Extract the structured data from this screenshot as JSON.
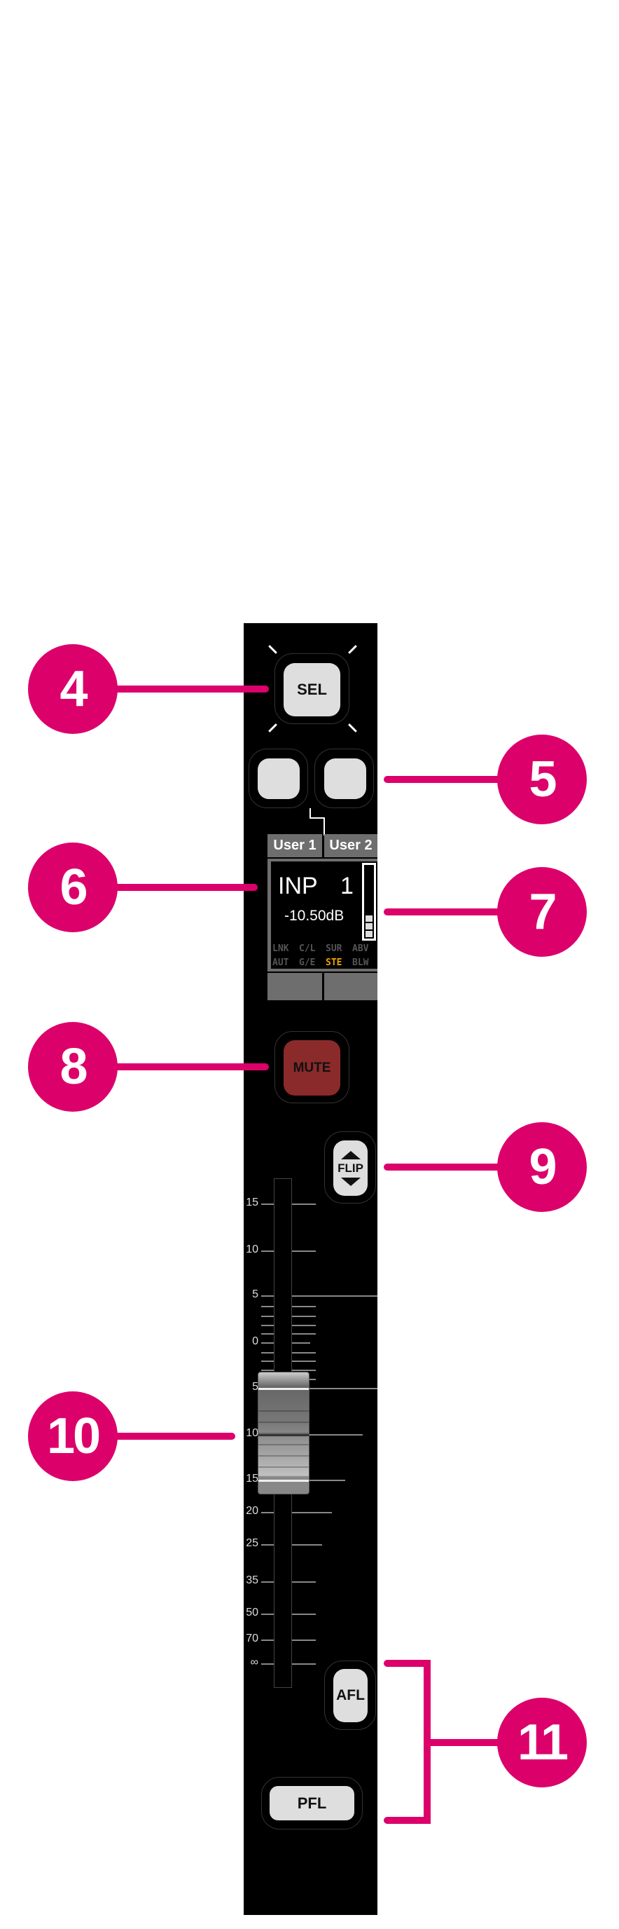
{
  "callouts": [
    "4",
    "5",
    "6",
    "7",
    "8",
    "9",
    "10",
    "11"
  ],
  "buttons": {
    "sel": "SEL",
    "mute": "MUTE",
    "flip": "FLIP",
    "afl": "AFL",
    "pfl": "PFL"
  },
  "tabs": [
    "User 1",
    "User 2"
  ],
  "display": {
    "source": "INP",
    "number": "1",
    "gain": "-10.50dB",
    "meter_level": 0.3,
    "flags_row1": [
      "LNK",
      "C/L",
      "SUR",
      "ABV"
    ],
    "flags_row2": [
      "AUT",
      "G/E",
      "STE",
      "BLW"
    ],
    "active_flag": "STE"
  },
  "scale": [
    "15",
    "10",
    "5",
    "0",
    "5",
    "10",
    "15",
    "20",
    "25",
    "35",
    "50",
    "70",
    "∞"
  ],
  "colors": {
    "accent": "#dc006b",
    "mute": "#8b2a2a",
    "active_flag": "#f0a500"
  }
}
